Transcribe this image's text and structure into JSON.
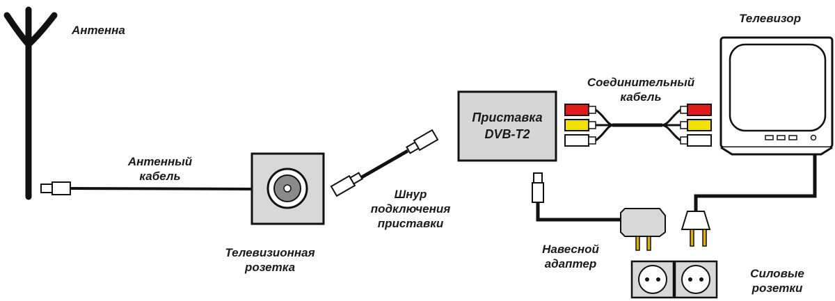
{
  "labels": {
    "antenna": "Антенна",
    "antenna_cable": [
      "Антенный",
      "кабель"
    ],
    "tv_socket": [
      "Телевизионная",
      "розетка"
    ],
    "set_top_cord": [
      "Шнур",
      "подключения",
      "приставки"
    ],
    "set_top_box": [
      "Приставка",
      "DVB-T2"
    ],
    "connecting_cable": [
      "Соединительный",
      "кабель"
    ],
    "tv": "Телевизор",
    "adapter": [
      "Навесной",
      "адаптер"
    ],
    "power_sockets": [
      "Силовые",
      "розетки"
    ]
  },
  "colors": {
    "stroke": "#111111",
    "panel_fill": "#d6d6d6",
    "rca_red": "#e11a1a",
    "rca_yellow": "#f2e200",
    "rca_white": "#ffffff",
    "plug_pin": "#e0b000"
  }
}
